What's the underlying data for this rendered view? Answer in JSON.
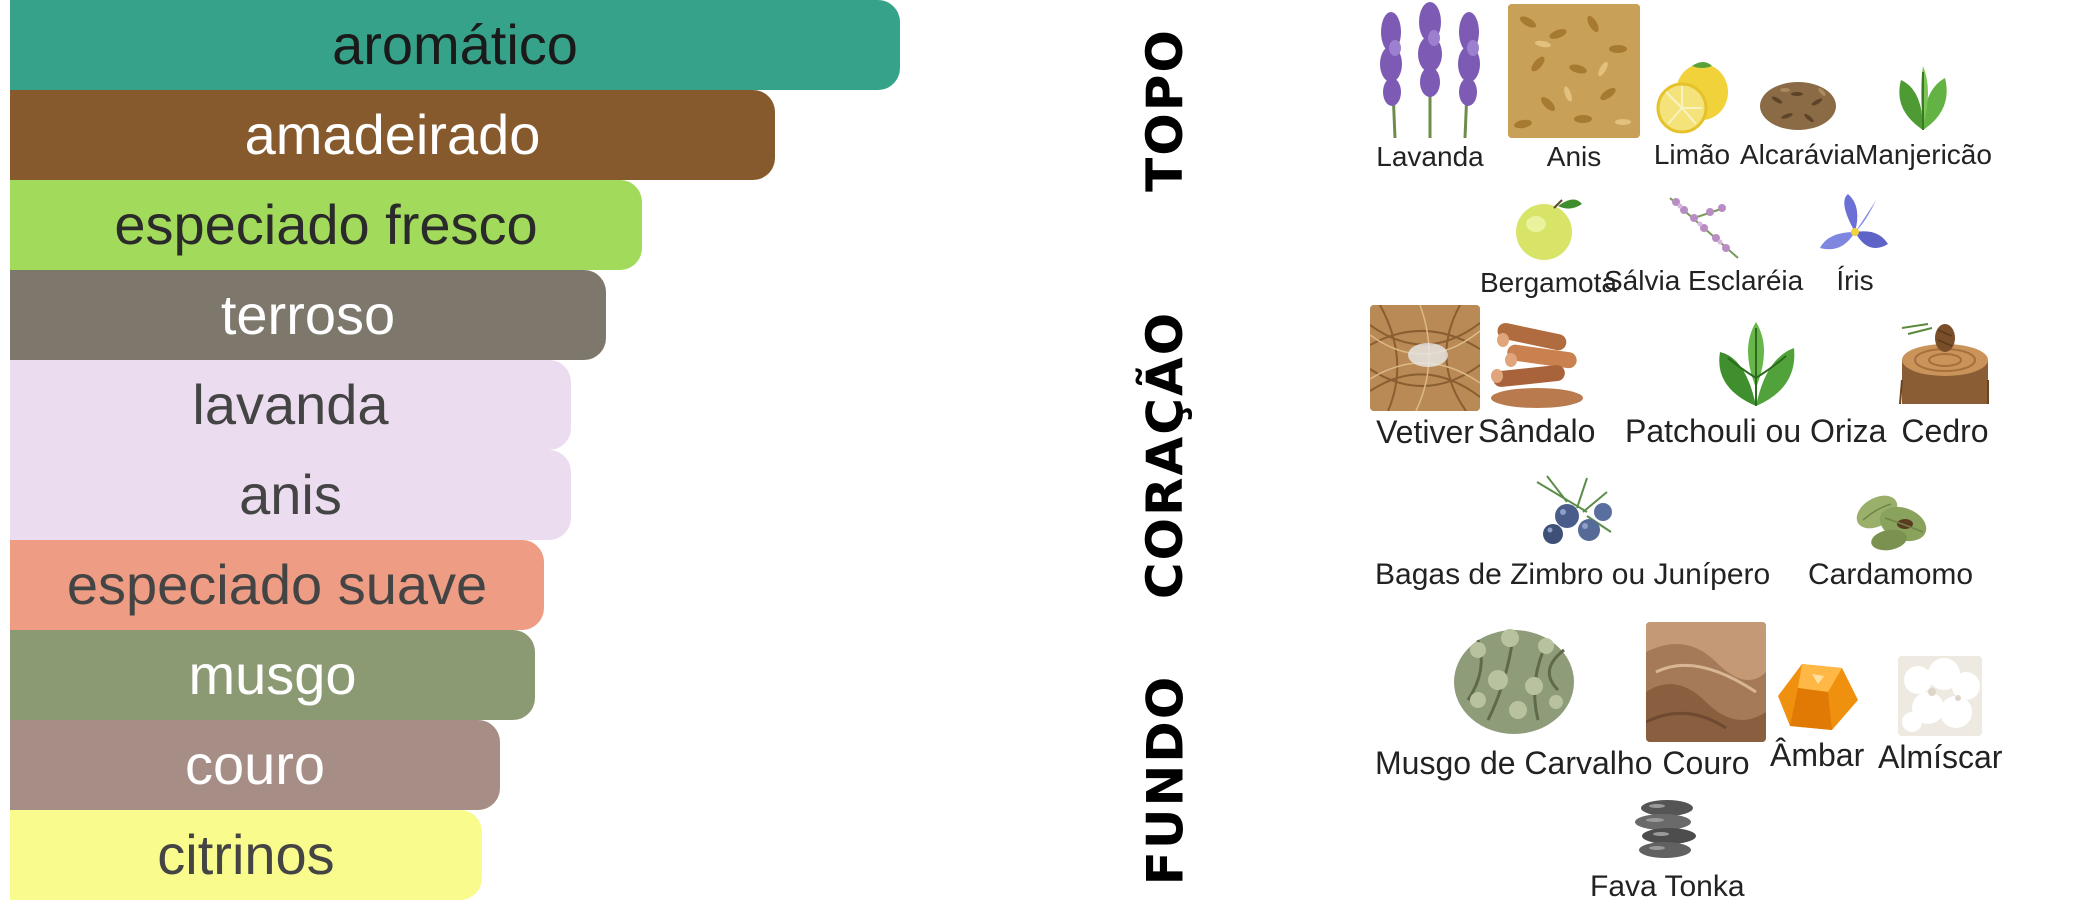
{
  "accords": [
    {
      "label": "aromático",
      "strength": 1.0,
      "color": "#37a28a",
      "text_color": "#1a1a1a"
    },
    {
      "label": "amadeirado",
      "strength": 0.86,
      "color": "#875a2e",
      "text_color": "#ffffff"
    },
    {
      "label": "especiado fresco",
      "strength": 0.71,
      "color": "#a2da5b",
      "text_color": "#2a2a2a"
    },
    {
      "label": "terroso",
      "strength": 0.67,
      "color": "#7e776c",
      "text_color": "#ffffff"
    },
    {
      "label": "lavanda",
      "strength": 0.63,
      "color": "#ecdcf0",
      "text_color": "#444444"
    },
    {
      "label": "anis",
      "strength": 0.63,
      "color": "#ecdcf0",
      "text_color": "#444444"
    },
    {
      "label": "especiado suave",
      "strength": 0.6,
      "color": "#ee9c84",
      "text_color": "#444444"
    },
    {
      "label": "musgo",
      "strength": 0.59,
      "color": "#8c9a73",
      "text_color": "#ffffff"
    },
    {
      "label": "couro",
      "strength": 0.55,
      "color": "#a68d85",
      "text_color": "#ffffff"
    },
    {
      "label": "citrinos",
      "strength": 0.53,
      "color": "#f9fb8c",
      "text_color": "#444444"
    }
  ],
  "pyramid": {
    "top": {
      "label": "TOPO",
      "notes": [
        {
          "name": "Lavanda",
          "icon": "lavender-icon"
        },
        {
          "name": "Anis",
          "icon": "anise-icon"
        },
        {
          "name": "Limão",
          "icon": "lemon-icon"
        },
        {
          "name": "Alcarávia",
          "icon": "caraway-icon"
        },
        {
          "name": "Manjericão",
          "icon": "basil-icon"
        },
        {
          "name": "Bergamota",
          "icon": "bergamot-icon"
        },
        {
          "name": "Sálvia Esclaréia",
          "icon": "clary-sage-icon"
        },
        {
          "name": "Íris",
          "icon": "iris-icon"
        }
      ]
    },
    "heart": {
      "label": "CORAÇÃO",
      "notes": [
        {
          "name": "Vetiver",
          "icon": "vetiver-icon"
        },
        {
          "name": "Sândalo",
          "icon": "sandalwood-icon"
        },
        {
          "name": "Patchouli ou Oriza",
          "icon": "patchouli-icon"
        },
        {
          "name": "Cedro",
          "icon": "cedar-icon"
        },
        {
          "name": "Bagas de Zimbro ou Junípero",
          "icon": "juniper-berries-icon"
        },
        {
          "name": "Cardamomo",
          "icon": "cardamom-icon"
        }
      ]
    },
    "base": {
      "label": "FUNDO",
      "notes": [
        {
          "name": "Musgo de Carvalho",
          "icon": "oakmoss-icon"
        },
        {
          "name": "Couro",
          "icon": "leather-icon"
        },
        {
          "name": "Âmbar",
          "icon": "amber-icon"
        },
        {
          "name": "Almíscar",
          "icon": "musk-icon"
        },
        {
          "name": "Fava Tonka",
          "icon": "tonka-bean-icon"
        }
      ]
    }
  }
}
